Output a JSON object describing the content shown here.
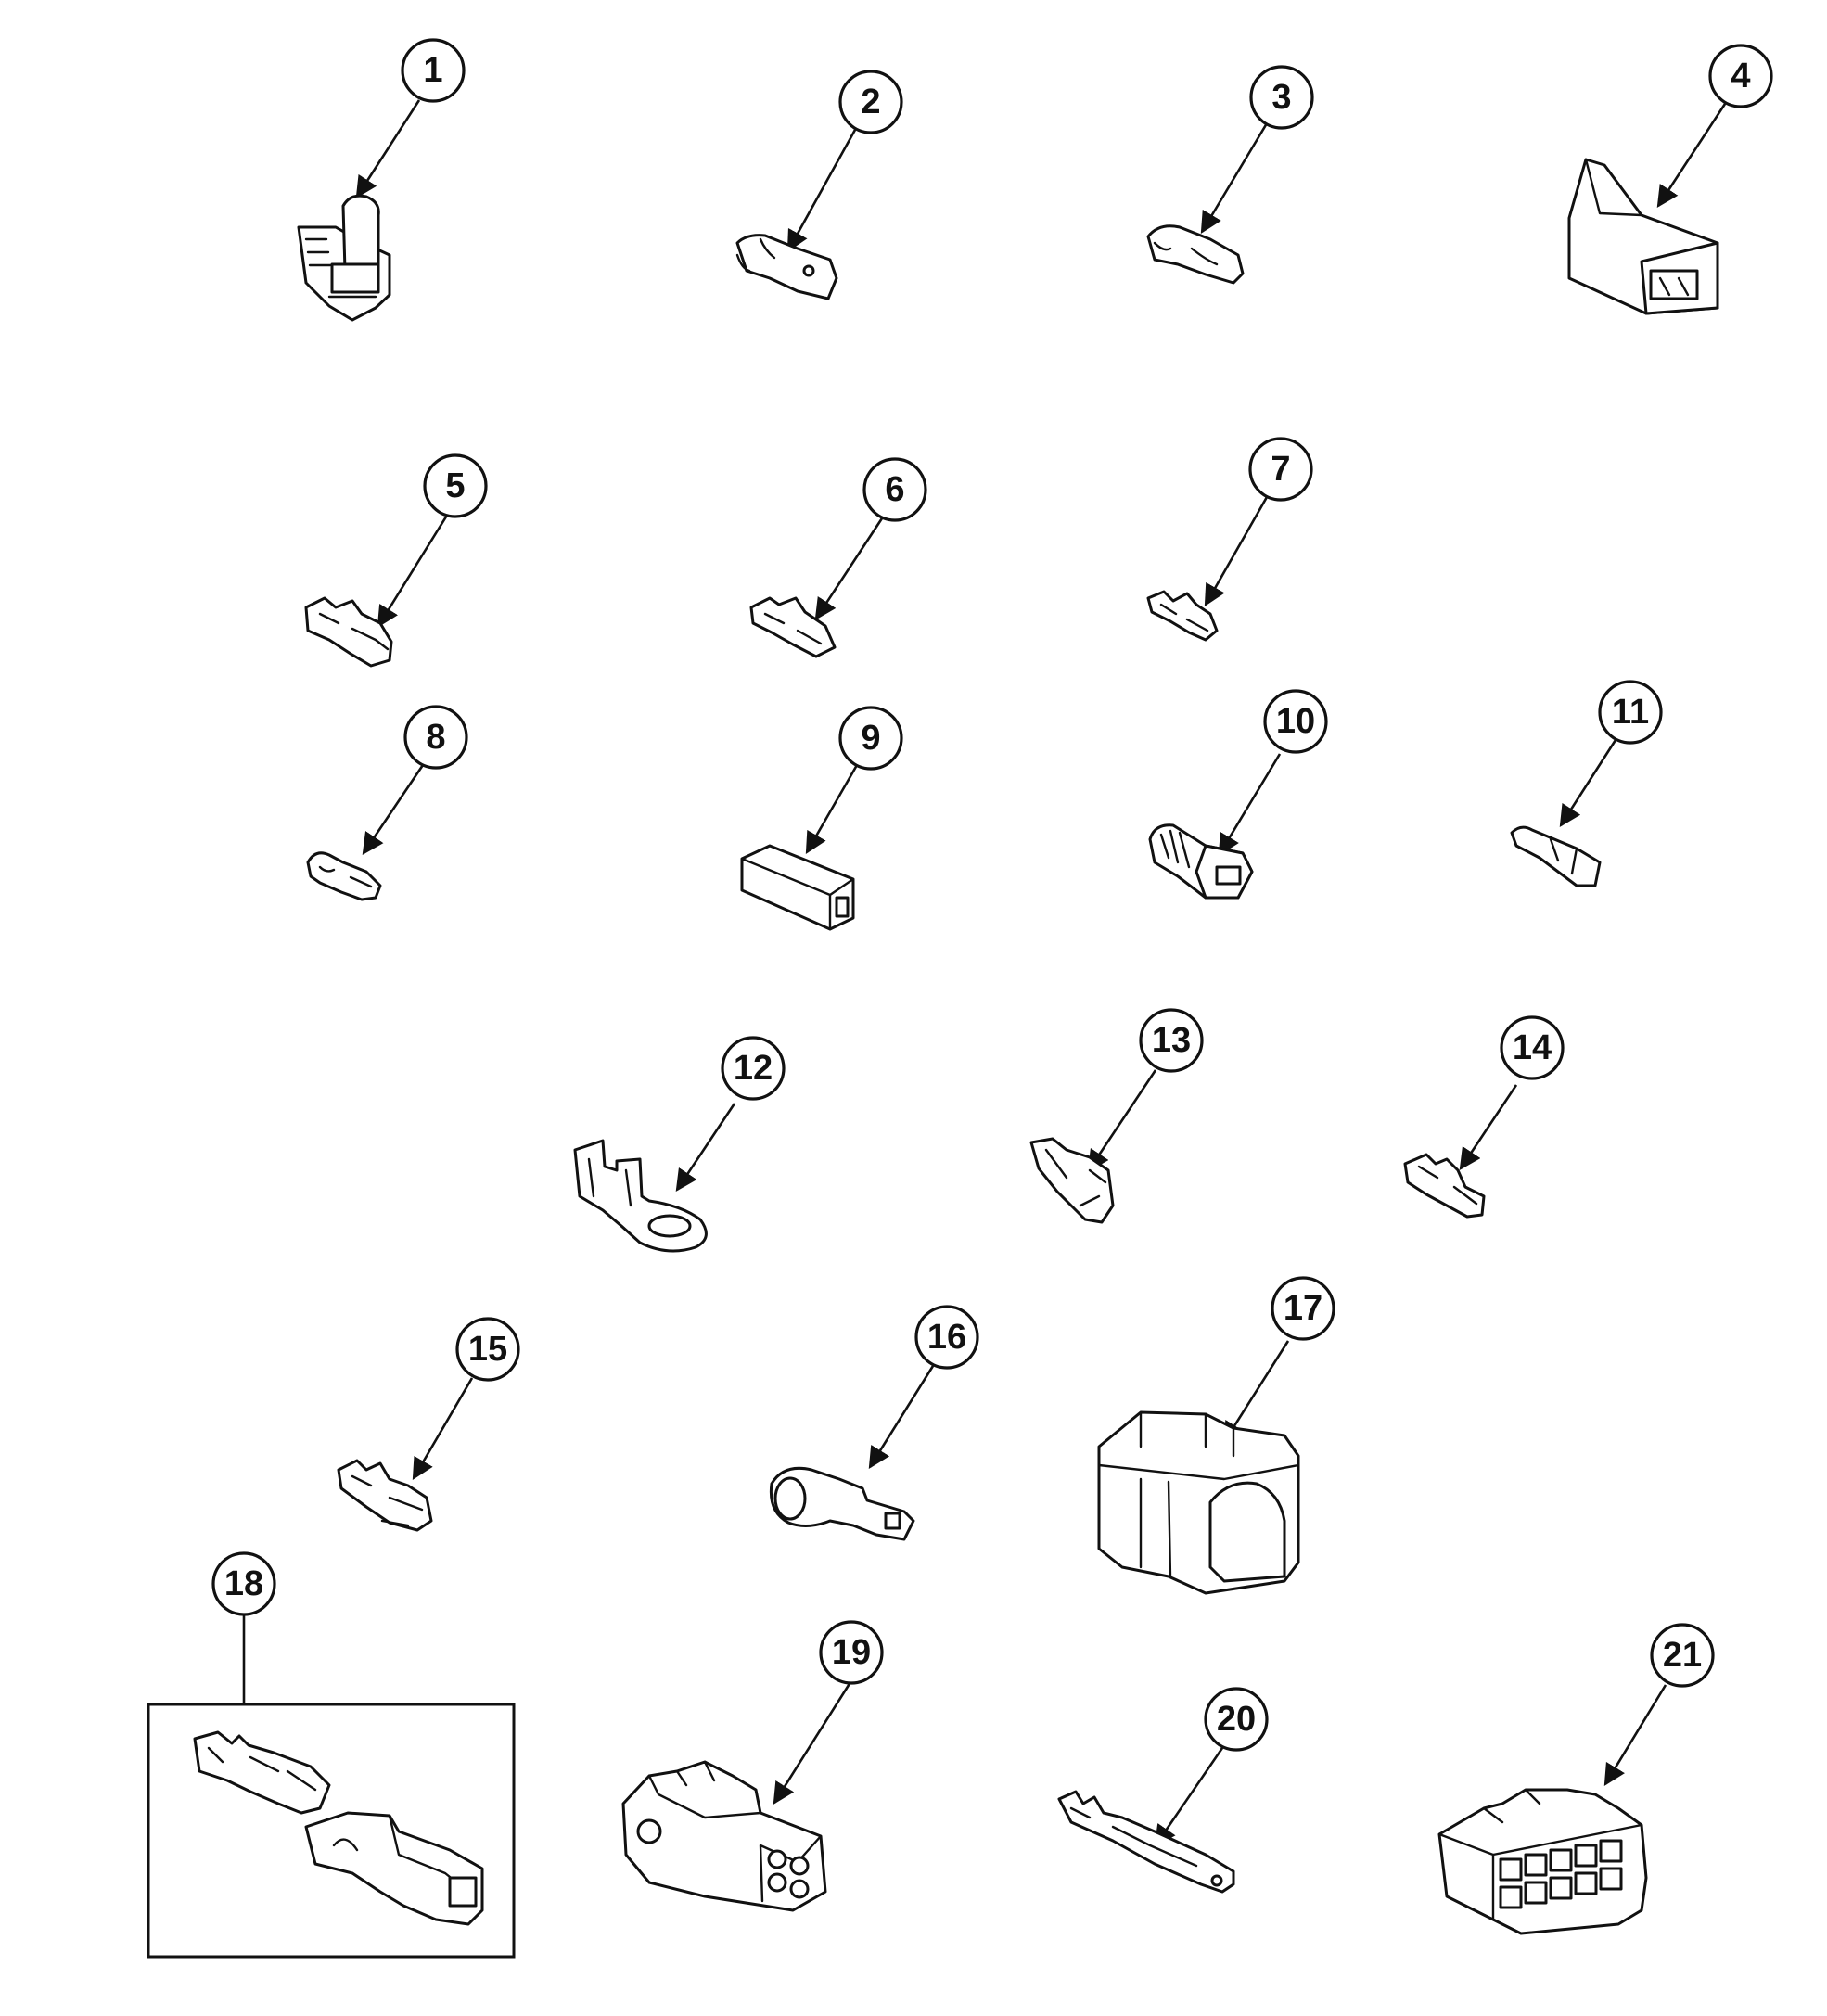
{
  "diagram": {
    "callouts": [
      {
        "id": "1",
        "label": "1"
      },
      {
        "id": "2",
        "label": "2"
      },
      {
        "id": "3",
        "label": "3"
      },
      {
        "id": "4",
        "label": "4"
      },
      {
        "id": "5",
        "label": "5"
      },
      {
        "id": "6",
        "label": "6"
      },
      {
        "id": "7",
        "label": "7"
      },
      {
        "id": "8",
        "label": "8"
      },
      {
        "id": "9",
        "label": "9"
      },
      {
        "id": "10",
        "label": "10"
      },
      {
        "id": "11",
        "label": "11"
      },
      {
        "id": "12",
        "label": "12"
      },
      {
        "id": "13",
        "label": "13"
      },
      {
        "id": "14",
        "label": "14"
      },
      {
        "id": "15",
        "label": "15"
      },
      {
        "id": "16",
        "label": "16"
      },
      {
        "id": "17",
        "label": "17"
      },
      {
        "id": "18",
        "label": "18"
      },
      {
        "id": "19",
        "label": "19"
      },
      {
        "id": "20",
        "label": "20"
      },
      {
        "id": "21",
        "label": "21"
      }
    ]
  }
}
